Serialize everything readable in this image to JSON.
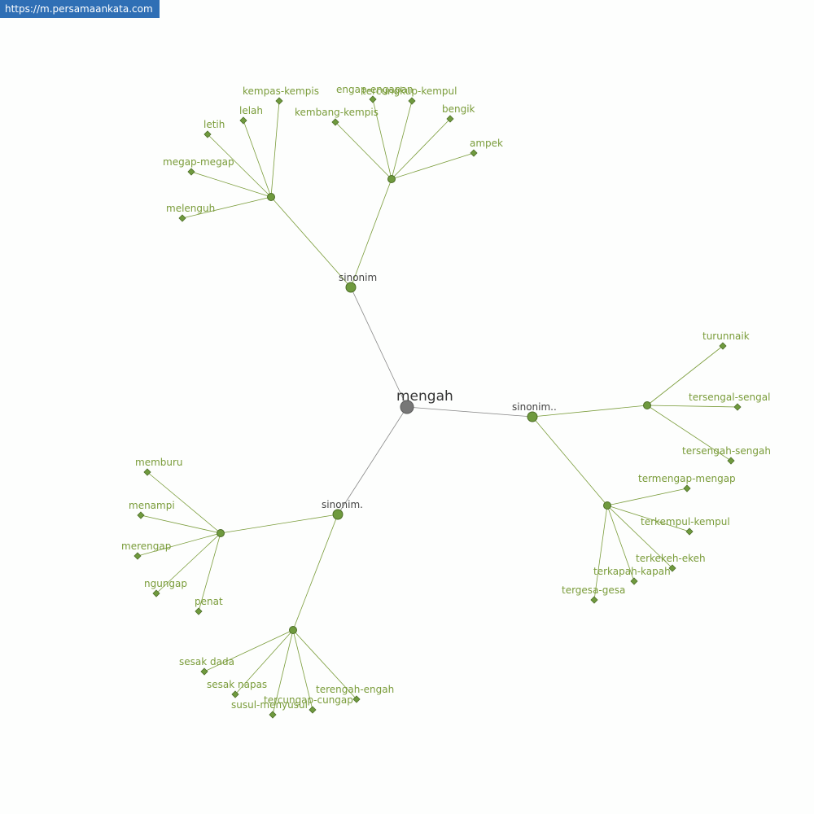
{
  "header": {
    "url": "https://m.persamaankata.com"
  },
  "colors": {
    "root_node": "#777777",
    "node": "#6f9a3e",
    "node_stroke": "#4d6e27",
    "edge_root": "#888888",
    "edge": "#7a9c3a",
    "leaf_label": "#7a9c3a",
    "hub_label": "#444444"
  },
  "graph": {
    "root": "mengah",
    "branches": [
      {
        "label": "sinonim",
        "groups": [
          [
            "kempas-kempis",
            "lelah",
            "letih",
            "megap-megap",
            "melenguh"
          ],
          [
            "engap-engapan",
            "tercungkup-kempul",
            "kembang-kempis",
            "bengik",
            "ampek"
          ]
        ]
      },
      {
        "label": "sinonim..",
        "groups": [
          [
            "turunnaik",
            "tersengal-sengal",
            "tersengah-sengah"
          ],
          [
            "termengap-mengap",
            "terkempul-kempul",
            "terkekeh-ekeh",
            "terkapah-kapah",
            "tergesa-gesa"
          ]
        ]
      },
      {
        "label": "sinonim.",
        "groups": [
          [
            "memburu",
            "menampi",
            "merengap",
            "ngungap",
            "penat"
          ],
          [
            "sesak dada",
            "sesak napas",
            "susul-menyusul",
            "tercungap-cungap",
            "terengah-engah"
          ]
        ]
      }
    ]
  }
}
